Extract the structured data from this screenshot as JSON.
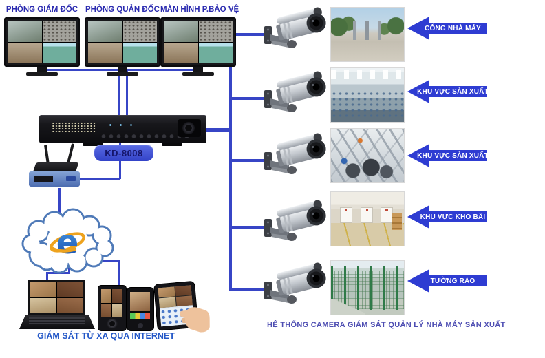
{
  "monitors": [
    {
      "label": "PHÒNG GIÁM ĐỐC"
    },
    {
      "label": "PHÒNG QUẢN ĐỐC"
    },
    {
      "label": "MÀN HÌNH P.BẢO VỆ"
    }
  ],
  "dvr": {
    "badge": "KD-8008"
  },
  "camera_rows": [
    {
      "arrow_label": "CỔNG NHÀ MÁY",
      "scene": "factory-gate"
    },
    {
      "arrow_label": "KHU VỰC SẢN XUẤT",
      "scene": "production-area-1"
    },
    {
      "arrow_label": "KHU VỰC SẢN XUẤT",
      "scene": "production-area-2"
    },
    {
      "arrow_label": "KHU VỰC KHO BÃI",
      "scene": "warehouse"
    },
    {
      "arrow_label": "TƯỜNG RÀO",
      "scene": "perimeter-fence"
    }
  ],
  "remote_monitoring": {
    "caption": "GIÁM SÁT TỪ XA QUA INTERNET"
  },
  "footer": {
    "caption": "HỆ THỐNG CAMERA GIÁM SÁT QUẢN LÝ NHÀ MÁY SẢN XUẤT"
  },
  "icons": {
    "internet": "internet-explorer-logo",
    "camera": "bullet-cctv-camera",
    "arrow": "left-arrow-callout",
    "cloud": "internet-cloud"
  },
  "colors": {
    "wire": "#3745c6",
    "arrow_fill": "#2e3cd2",
    "label_navy": "#2b2bb0",
    "badge_bg": "#4156d8",
    "badge_text": "#15156a",
    "remote_caption": "#2357c7",
    "footer_caption": "#4d4db2",
    "cloud_stroke": "#4f7ab8"
  }
}
